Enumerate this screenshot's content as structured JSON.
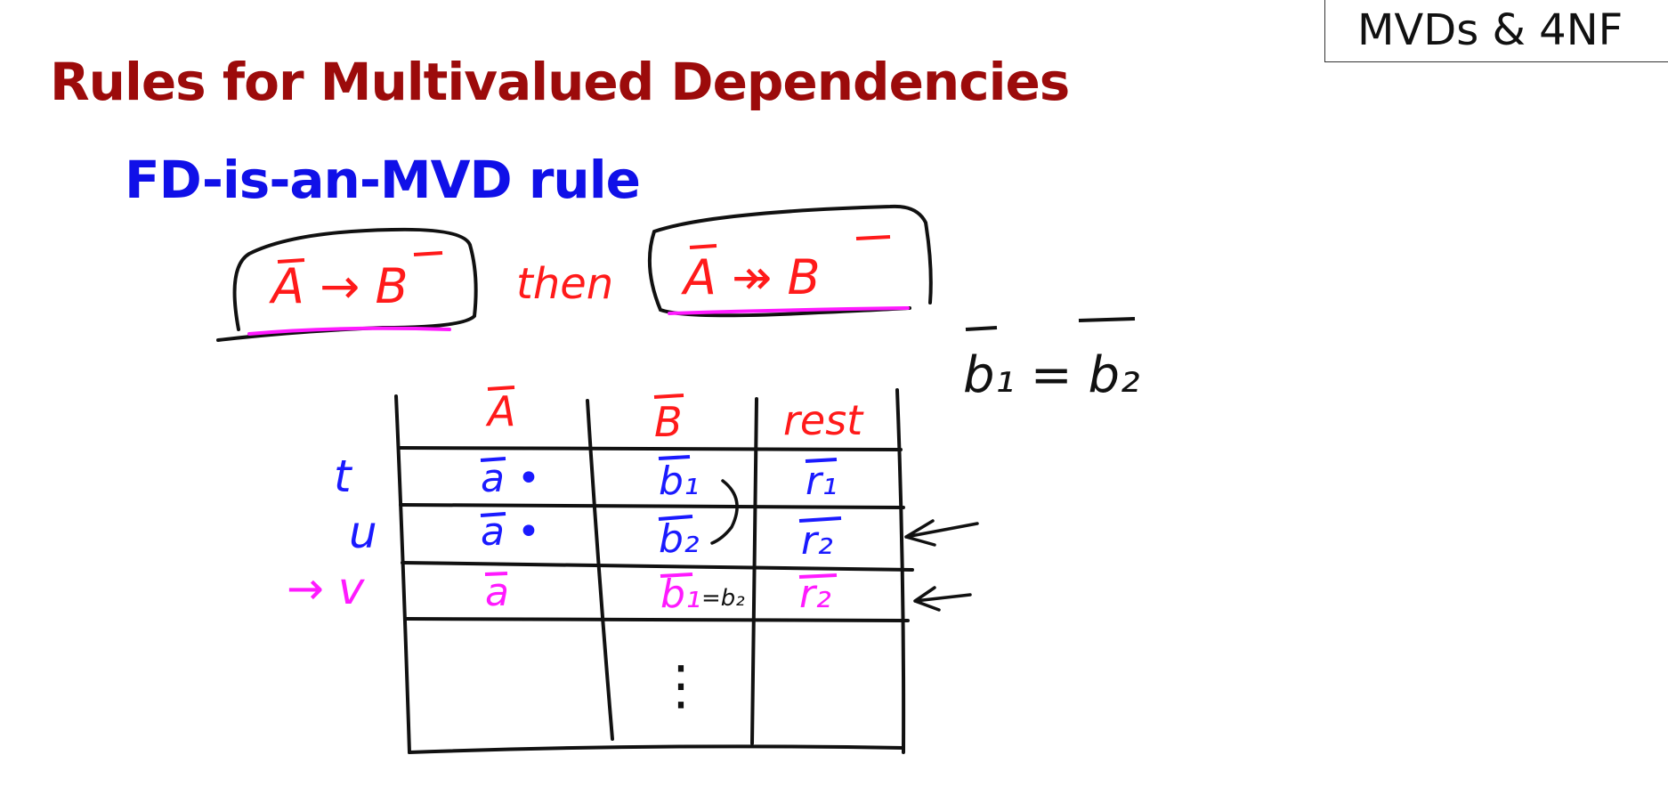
{
  "slide": {
    "tag": "MVDs & 4NF",
    "title": "Rules for Multivalued Dependencies",
    "subtitle": "FD-is-an-MVD rule"
  },
  "annotations": {
    "rule_lhs": "A → B",
    "rule_then": "then",
    "rule_rhs": "A ↠ B",
    "side_note": "b₁ = b₂",
    "table": {
      "headers": [
        "A",
        "B",
        "rest"
      ],
      "row_labels": [
        "t",
        "u",
        "→ v"
      ],
      "rows": [
        [
          "a •",
          "b₁",
          "r₁"
        ],
        [
          "a •",
          "b₂",
          "r₂"
        ],
        [
          "a",
          "b₁",
          "r₂"
        ]
      ],
      "b_equal_note": "=b₂",
      "ellipsis": "⋮"
    }
  },
  "colors": {
    "title": "#9c0b0b",
    "subtitle": "#1010e8",
    "ink_red": "#ff1a1a",
    "ink_blue": "#1a1aff",
    "ink_magenta": "#ff1aff",
    "ink_black": "#111111"
  }
}
